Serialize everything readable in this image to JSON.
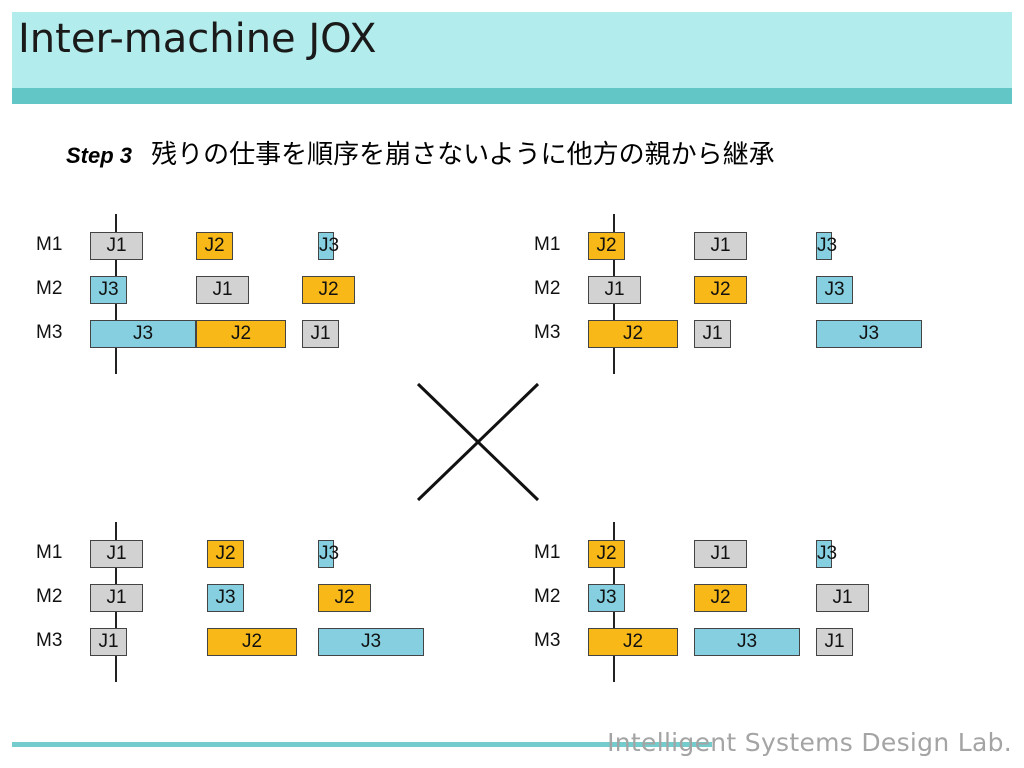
{
  "title": "Inter-machine JOX",
  "step": {
    "label": "Step 3",
    "text": "残りの仕事を順序を崩さないように他方の親から継承"
  },
  "machines": [
    "M1",
    "M2",
    "M3"
  ],
  "job_colors": {
    "J1": "#d2d2d2",
    "J2": "#f7b818",
    "J3": "#85cfe0"
  },
  "schedules": [
    {
      "rows": [
        [
          {
            "job": "J1",
            "start": 0,
            "dur": 1
          },
          {
            "job": "J2",
            "start": 2,
            "dur": 0.7
          },
          {
            "job": "J3",
            "start": 4.3,
            "dur": 0.3
          }
        ],
        [
          {
            "job": "J3",
            "start": 0,
            "dur": 0.7
          },
          {
            "job": "J1",
            "start": 2,
            "dur": 1
          },
          {
            "job": "J2",
            "start": 4,
            "dur": 1
          }
        ],
        [
          {
            "job": "J3",
            "start": 0,
            "dur": 2
          },
          {
            "job": "J2",
            "start": 2,
            "dur": 1.7
          },
          {
            "job": "J1",
            "start": 4,
            "dur": 0.7
          }
        ]
      ]
    },
    {
      "rows": [
        [
          {
            "job": "J2",
            "start": 0,
            "dur": 0.7
          },
          {
            "job": "J1",
            "start": 2,
            "dur": 1
          },
          {
            "job": "J3",
            "start": 4.3,
            "dur": 0.3
          }
        ],
        [
          {
            "job": "J1",
            "start": 0,
            "dur": 1
          },
          {
            "job": "J2",
            "start": 2,
            "dur": 1
          },
          {
            "job": "J3",
            "start": 4.3,
            "dur": 0.7
          }
        ],
        [
          {
            "job": "J2",
            "start": 0,
            "dur": 1.7
          },
          {
            "job": "J1",
            "start": 2,
            "dur": 0.7
          },
          {
            "job": "J3",
            "start": 4.3,
            "dur": 2
          }
        ]
      ]
    },
    {
      "rows": [
        [
          {
            "job": "J1",
            "start": 0,
            "dur": 1
          },
          {
            "job": "J2",
            "start": 2.2,
            "dur": 0.7
          },
          {
            "job": "J3",
            "start": 4.3,
            "dur": 0.3
          }
        ],
        [
          {
            "job": "J1",
            "start": 0,
            "dur": 1
          },
          {
            "job": "J3",
            "start": 2.2,
            "dur": 0.7
          },
          {
            "job": "J2",
            "start": 4.3,
            "dur": 1
          }
        ],
        [
          {
            "job": "J1",
            "start": 0,
            "dur": 0.7
          },
          {
            "job": "J2",
            "start": 2.2,
            "dur": 1.7
          },
          {
            "job": "J3",
            "start": 4.3,
            "dur": 2
          }
        ]
      ]
    },
    {
      "rows": [
        [
          {
            "job": "J2",
            "start": 0,
            "dur": 0.7
          },
          {
            "job": "J1",
            "start": 2,
            "dur": 1
          },
          {
            "job": "J3",
            "start": 4.3,
            "dur": 0.3
          }
        ],
        [
          {
            "job": "J3",
            "start": 0,
            "dur": 0.7
          },
          {
            "job": "J2",
            "start": 2,
            "dur": 1
          },
          {
            "job": "J1",
            "start": 4.3,
            "dur": 1
          }
        ],
        [
          {
            "job": "J2",
            "start": 0,
            "dur": 1.7
          },
          {
            "job": "J3",
            "start": 2,
            "dur": 2
          },
          {
            "job": "J1",
            "start": 4.3,
            "dur": 0.7
          }
        ]
      ]
    }
  ],
  "footer": "Intelligent Systems Design Lab."
}
